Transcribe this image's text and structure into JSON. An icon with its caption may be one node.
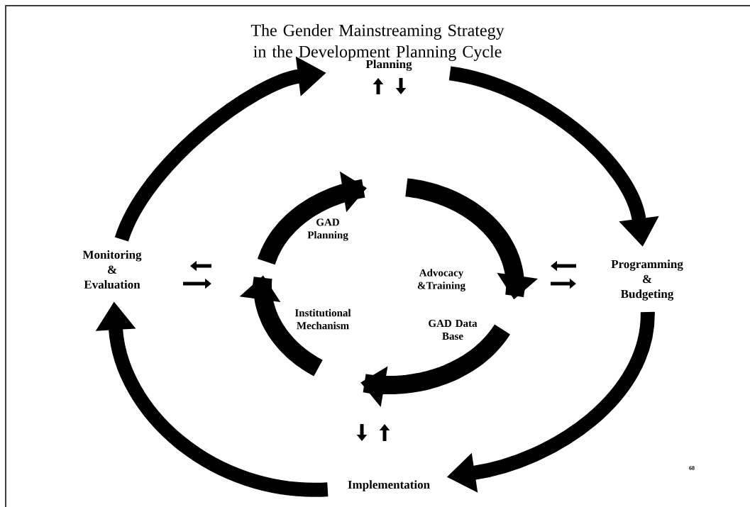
{
  "diagram": {
    "title": "The Gender Mainstreaming Strategy in the Development Planning Cycle",
    "nodes": [
      {
        "text": [
          "Planning"
        ]
      },
      {
        "text": [
          "Programming & Budgeting"
        ]
      },
      {
        "text": [
          "Implementation"
        ]
      },
      {
        "text": [
          "Monitoring & Evaluation"
        ]
      }
    ],
    "edges": [
      {
        "from": 3,
        "to": 0,
        "arrow": "to"
      },
      {
        "from": 0,
        "to": 1,
        "arrow": "to"
      },
      {
        "from": 1,
        "to": 2,
        "arrow": "to"
      },
      {
        "from": 2,
        "to": 3,
        "arrow": "to"
      }
    ],
    "labels": [
      "GAD Planning",
      "Advocacy &Training",
      "Institutional Mechanism",
      "GAD Data Base",
      "68"
    ]
  }
}
